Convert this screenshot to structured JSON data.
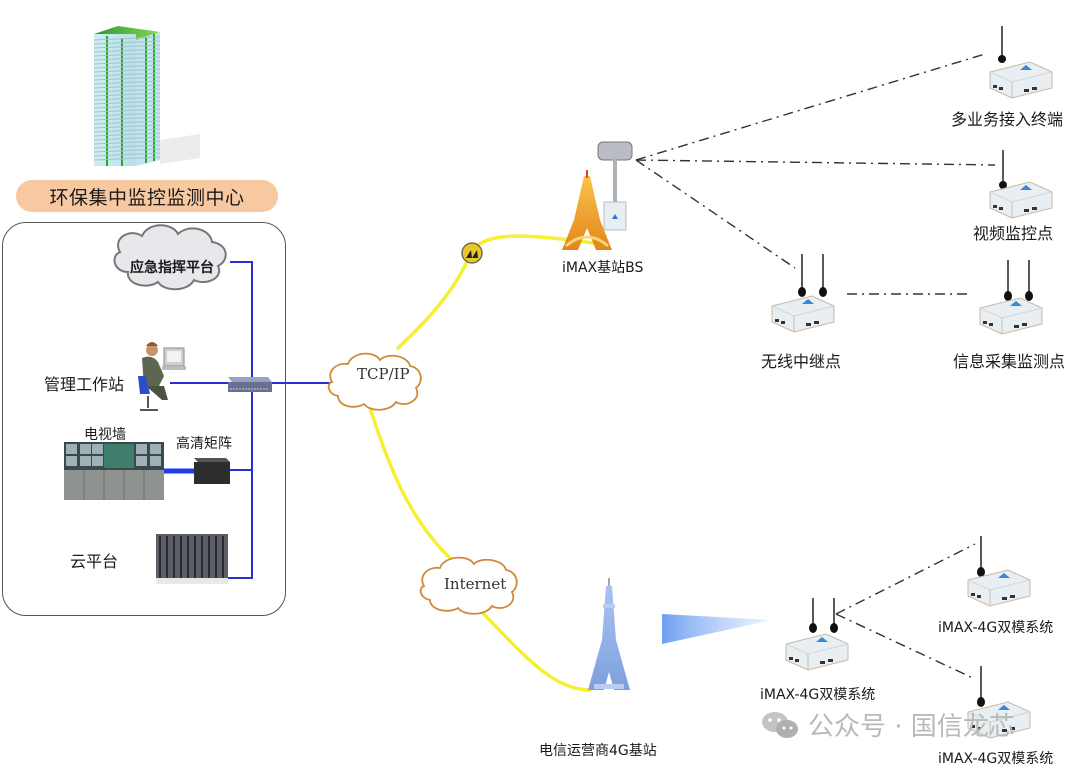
{
  "center": {
    "title": "环保集中监控监测中心",
    "emergency_platform": "应急指挥平台",
    "workstation": "管理工作站",
    "tv_wall": "电视墙",
    "hd_matrix": "高清矩阵",
    "cloud_platform": "云平台"
  },
  "network": {
    "tcpip": "TCP/IP",
    "internet": "Internet"
  },
  "imax_bs": {
    "label": "iMAX基站BS",
    "nodes": [
      {
        "label": "多业务接入终端"
      },
      {
        "label": "视频监控点"
      },
      {
        "label": "无线中继点"
      },
      {
        "label": "信息采集监测点"
      }
    ]
  },
  "carrier_4g": {
    "label": "电信运营商4G基站",
    "nodes": [
      {
        "label": "iMAX-4G双模系统"
      },
      {
        "label": "iMAX-4G双模系统"
      },
      {
        "label": "iMAX-4G双模系统"
      }
    ]
  },
  "watermark": {
    "icon": "wechat-icon",
    "text": "公众号 · 国信龙芯"
  },
  "colors": {
    "backbone": "#f5f034",
    "lan": "#2a2fd0",
    "title_bg": "#f8c9a0",
    "cloud_stroke": "#d08a3c"
  }
}
